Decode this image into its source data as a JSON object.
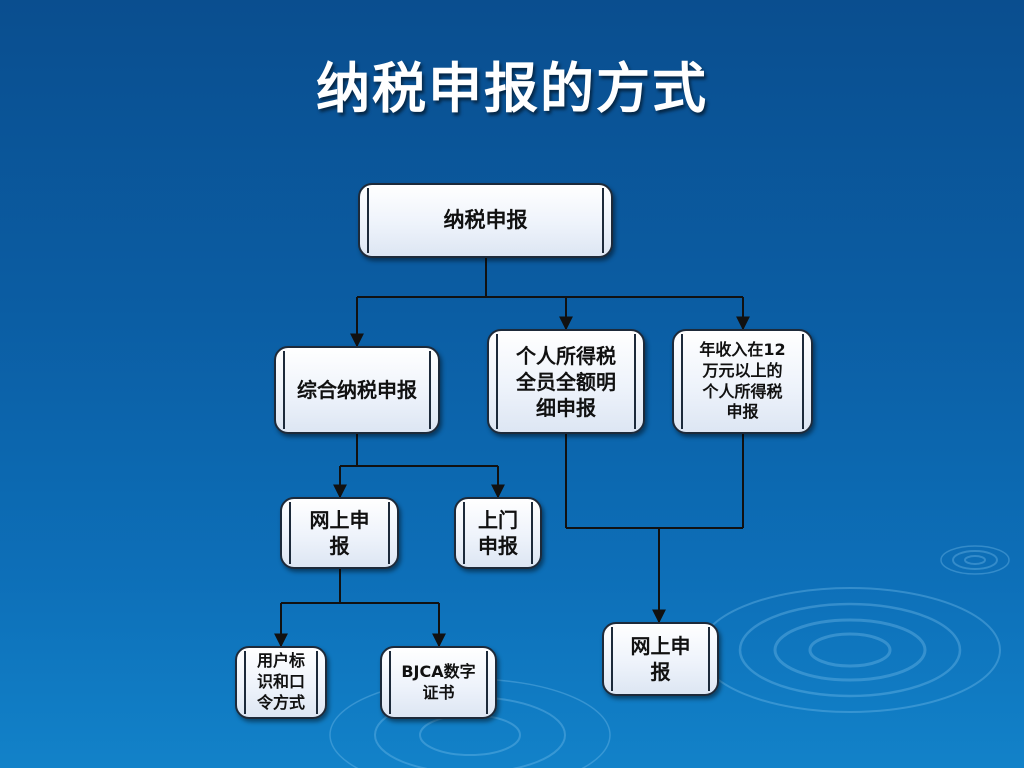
{
  "slide": {
    "title": "纳税申报的方式",
    "background_color": "#0b5da3"
  },
  "diagram": {
    "root": "纳税申报",
    "branch_comprehensive": "综合纳税申报",
    "branch_withholding": "个人所得税\n全员全额明\n细申报",
    "branch_high_income": "年收入在12\n万元以上的\n个人所得税\n申报",
    "online_filing": "网上申\n报",
    "onsite_filing": "上门\n申报",
    "user_id_password": "用户标\n识和口\n令方式",
    "bjca_certificate": "BJCA数字\n证书",
    "online_filing_2": "网上申\n报"
  }
}
